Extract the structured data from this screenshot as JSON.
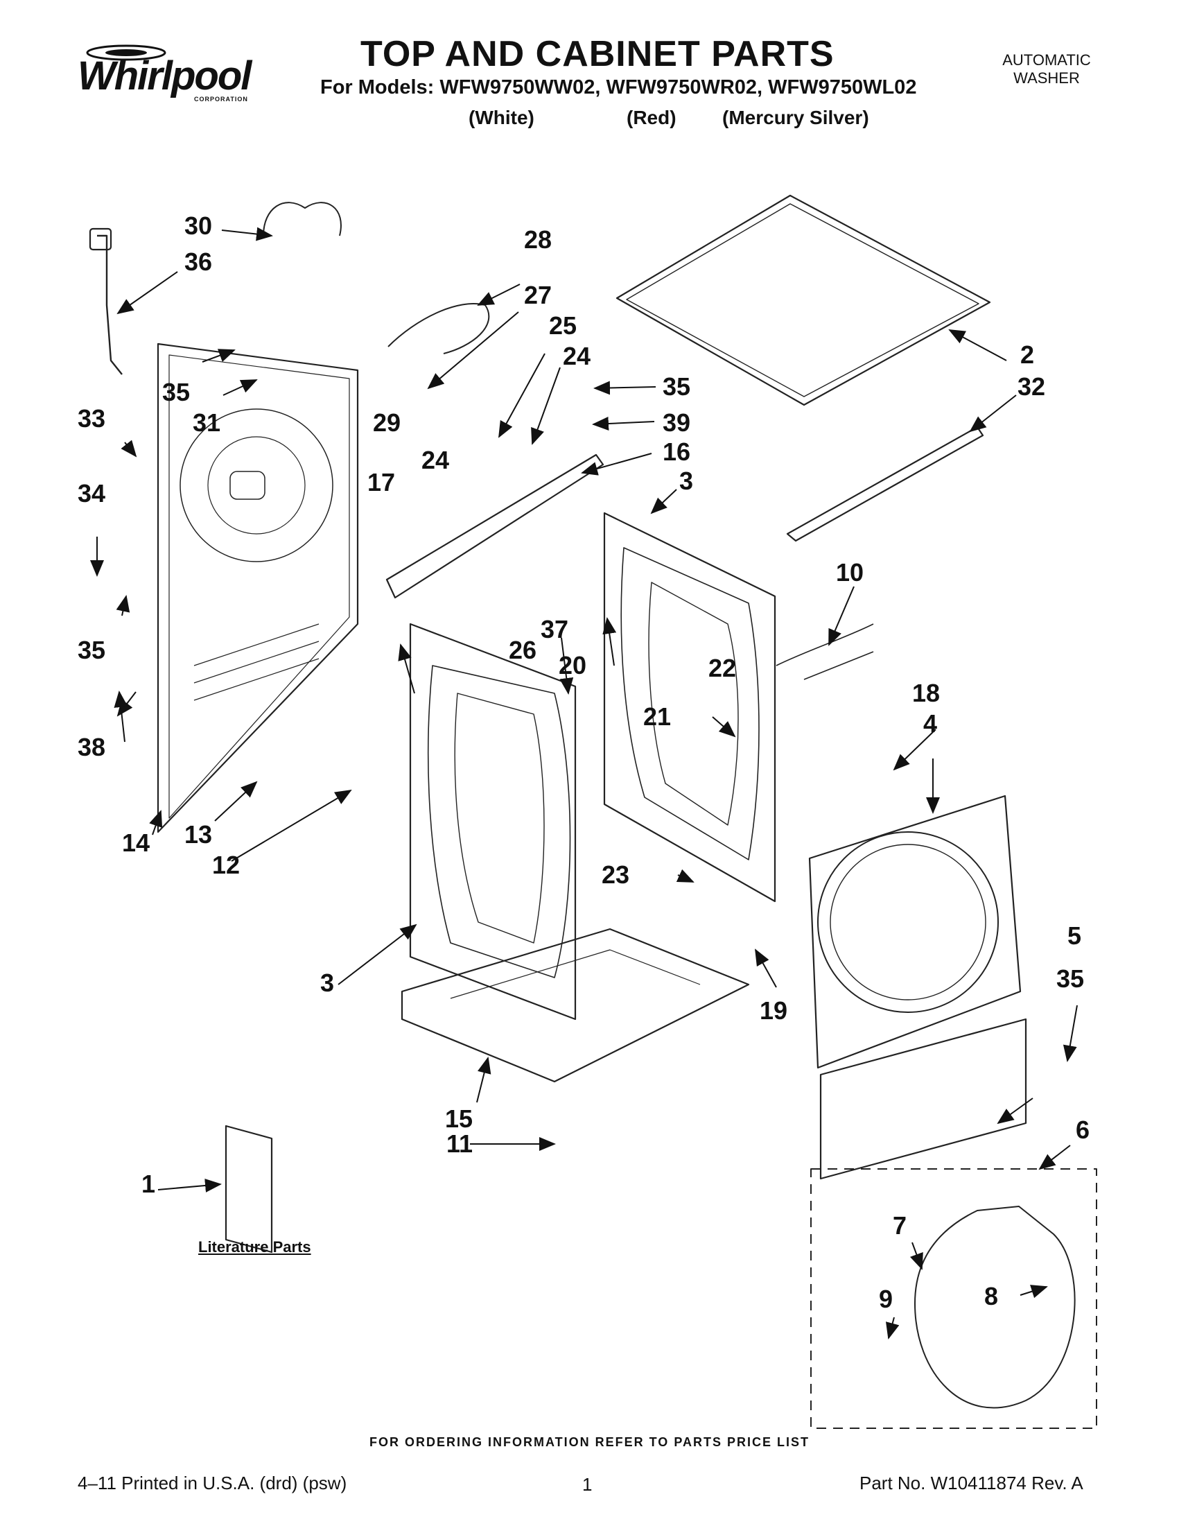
{
  "header": {
    "brand": "Whirlpool",
    "brand_sub": "CORPORATION",
    "title": "TOP AND CABINET PARTS",
    "models_line": "For Models: WFW9750WW02, WFW9750WR02, WFW9750WL02",
    "colors": [
      "(White)",
      "(Red)",
      "(Mercury Silver)"
    ],
    "appliance_type_line1": "AUTOMATIC",
    "appliance_type_line2": "WASHER"
  },
  "callouts": {
    "c30": "30",
    "c36": "36",
    "c28": "28",
    "c27": "27",
    "c25": "25",
    "c24a": "24",
    "c35a": "35",
    "c31": "31",
    "c33": "33",
    "c34": "34",
    "c29": "29",
    "c24b": "24",
    "c17": "17",
    "c35b": "35",
    "c38": "38",
    "c14": "14",
    "c13": "13",
    "c12": "12",
    "c35c": "35",
    "c39": "39",
    "c16": "16",
    "c3a": "3",
    "c26": "26",
    "c37": "37",
    "c20": "20",
    "c21": "21",
    "c22": "22",
    "c2": "2",
    "c32": "32",
    "c10": "10",
    "c18": "18",
    "c4": "4",
    "c23": "23",
    "c3b": "3",
    "c15": "15",
    "c11": "11",
    "c19": "19",
    "c5": "5",
    "c35d": "35",
    "c6": "6",
    "c7": "7",
    "c9": "9",
    "c8": "8",
    "c1": "1"
  },
  "literature_label": "Literature Parts",
  "footer": {
    "ordering": "FOR ORDERING INFORMATION REFER TO PARTS PRICE LIST",
    "printed": "4–11 Printed in U.S.A. (drd) (psw)",
    "page": "1",
    "part_number": "Part No. W10411874 Rev. A"
  }
}
